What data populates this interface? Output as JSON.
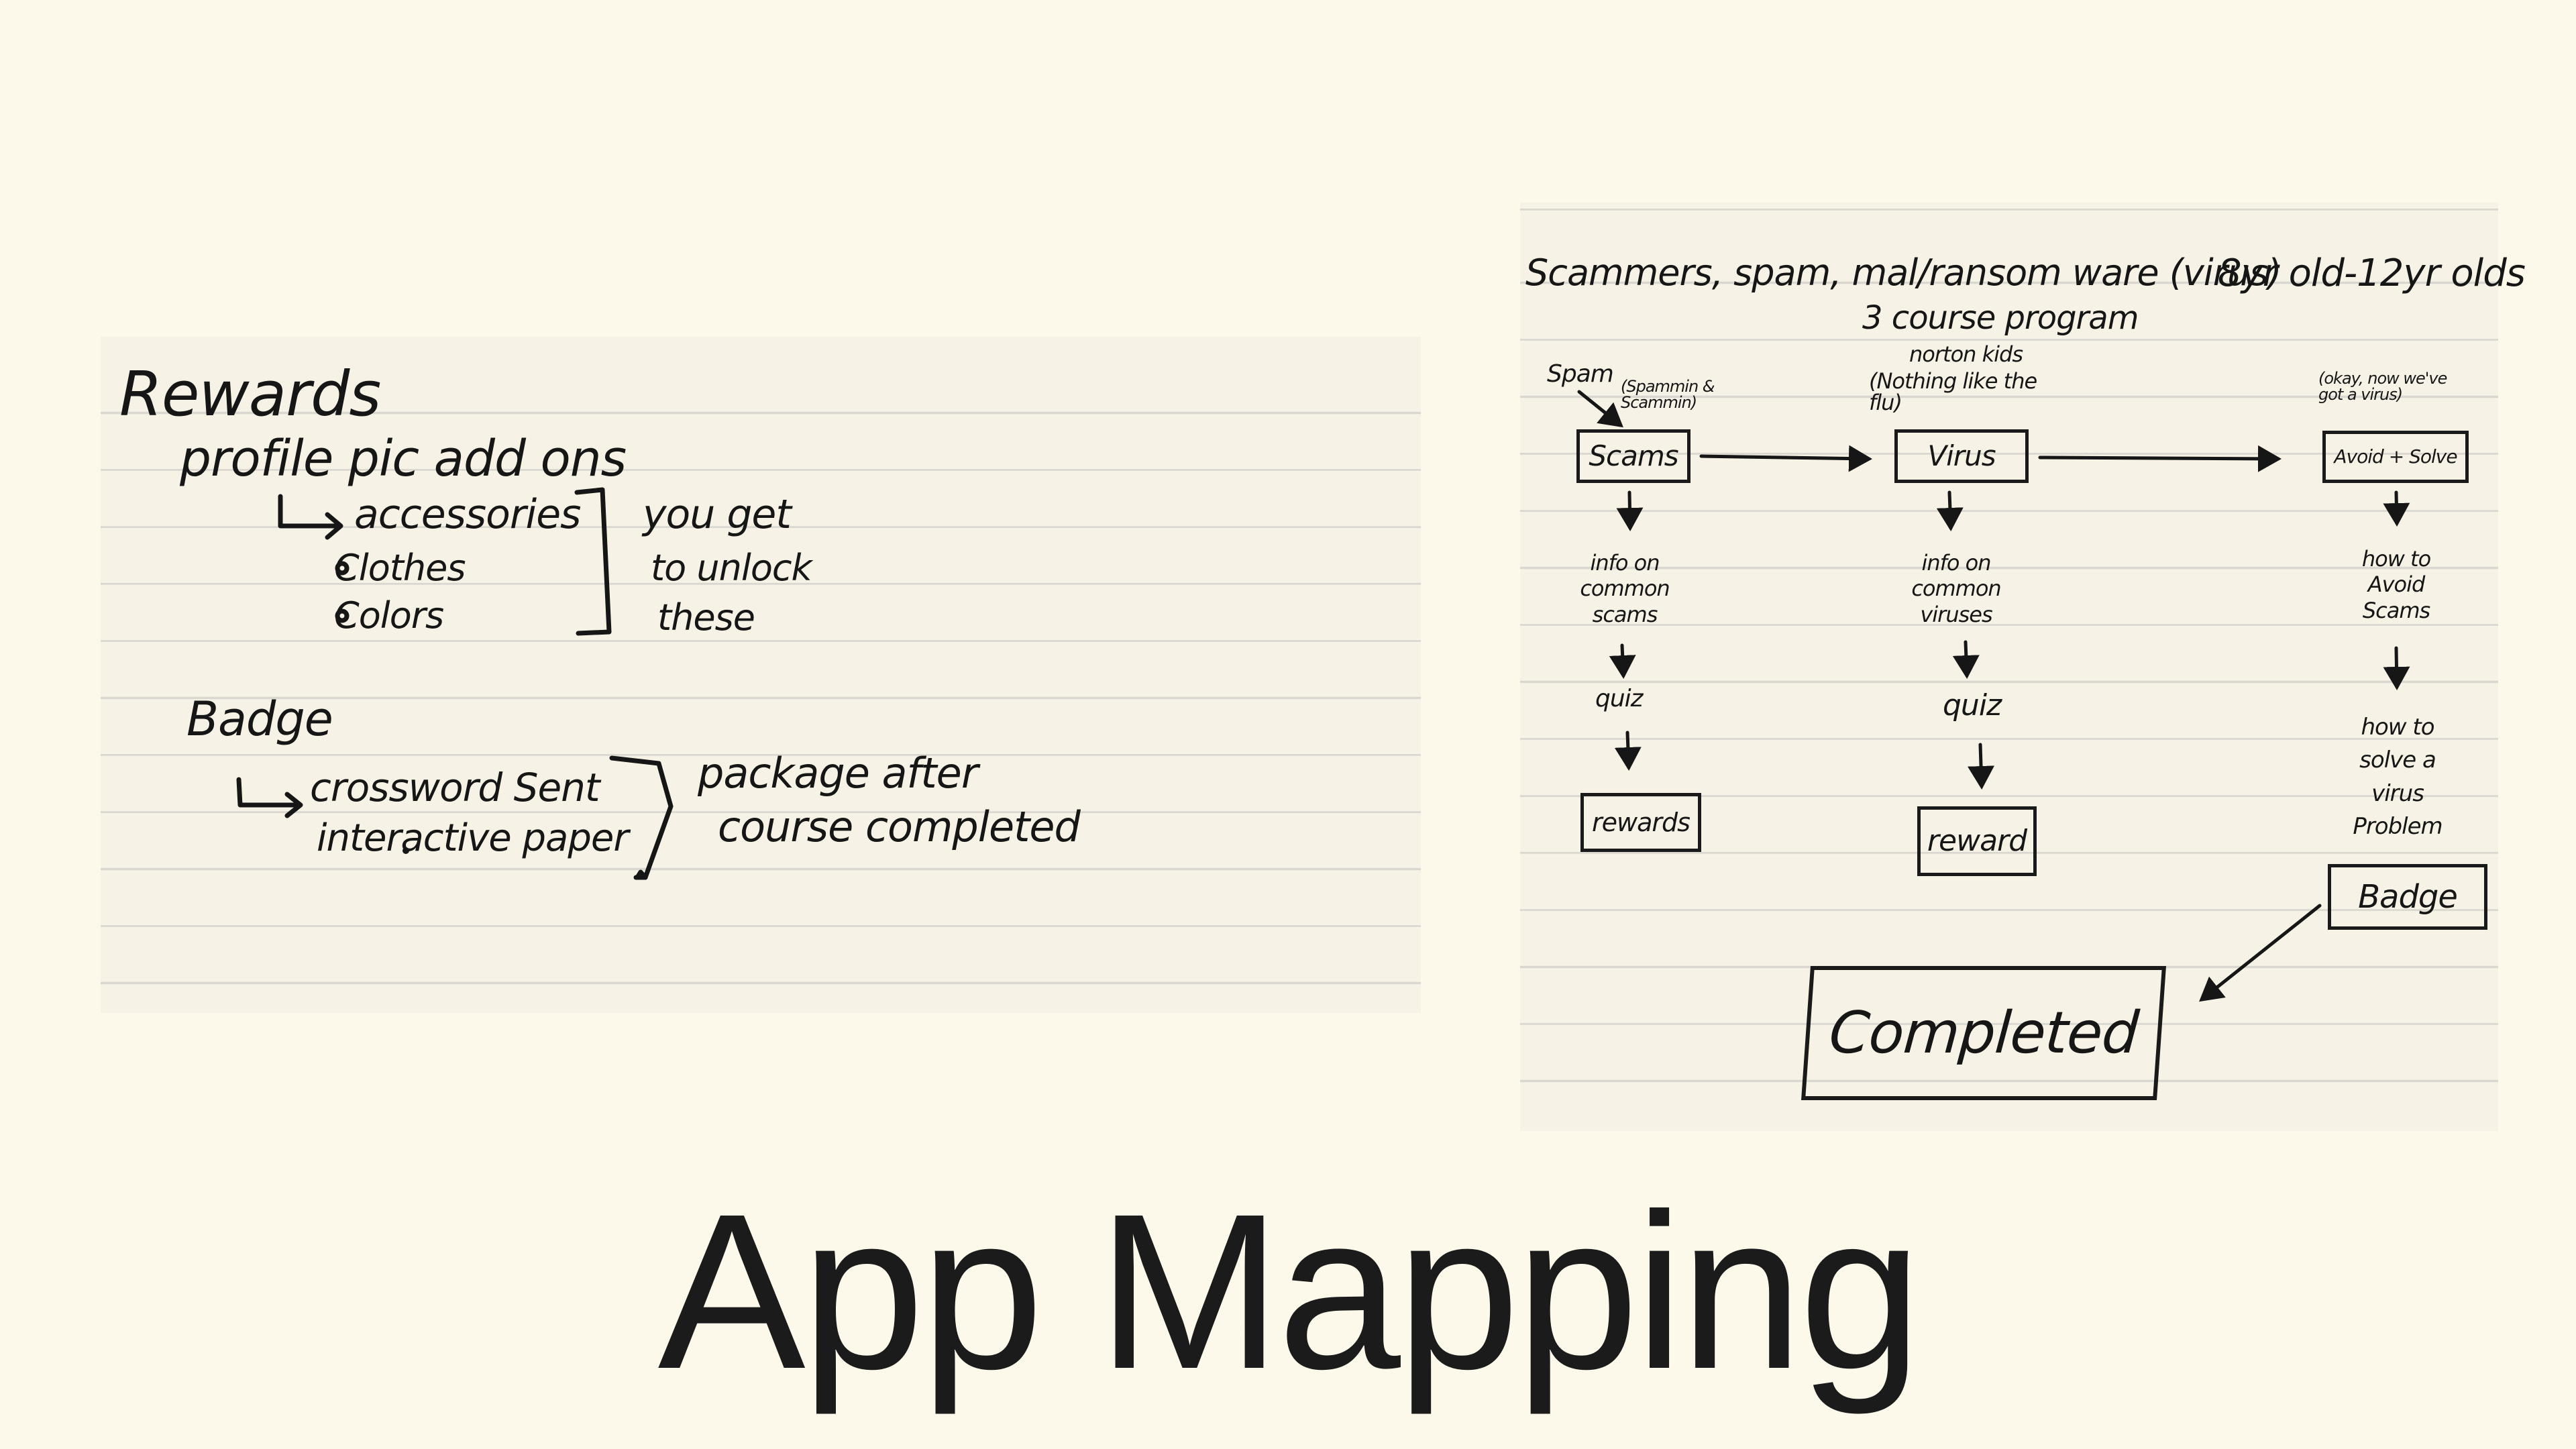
{
  "title": "App Mapping",
  "colors": {
    "background": "#fcf9ea",
    "paper": "#f6f3e6",
    "rule": "#d9d7cf",
    "ink": "#161616"
  },
  "left_note": {
    "heading": "Rewards",
    "subheading": "profile pic add ons",
    "items": [
      "accessories",
      "Clothes",
      "Colors"
    ],
    "unlock_note": [
      "you get",
      "to unlock",
      "these"
    ],
    "badge_heading": "Badge",
    "badge_items": [
      "crossword Sent",
      "interactive paper"
    ],
    "package_note": [
      "package after",
      "course completed"
    ]
  },
  "right_note": {
    "topic_line": "Scammers, spam, mal/ransom ware (virus)",
    "audience": "8yr old-12yr olds",
    "program": "3 course program",
    "brand_note": "norton kids",
    "spam_label": "Spam",
    "spam_note": "(Spammin & Scammin)",
    "virus_note": "(Nothing like the flu)",
    "okay_note": "(okay, now we've got a virus)",
    "columns": [
      {
        "box": "Scams",
        "steps": [
          "info on common scams",
          "quiz"
        ],
        "end": "rewards"
      },
      {
        "box": "Virus",
        "steps": [
          "info on common viruses",
          "quiz"
        ],
        "end": "reward"
      },
      {
        "box": "Avoid + Solve",
        "steps": [
          "how to Avoid Scams",
          "how to solve a virus Problem"
        ],
        "end": "Badge"
      }
    ],
    "final": "Completed"
  }
}
